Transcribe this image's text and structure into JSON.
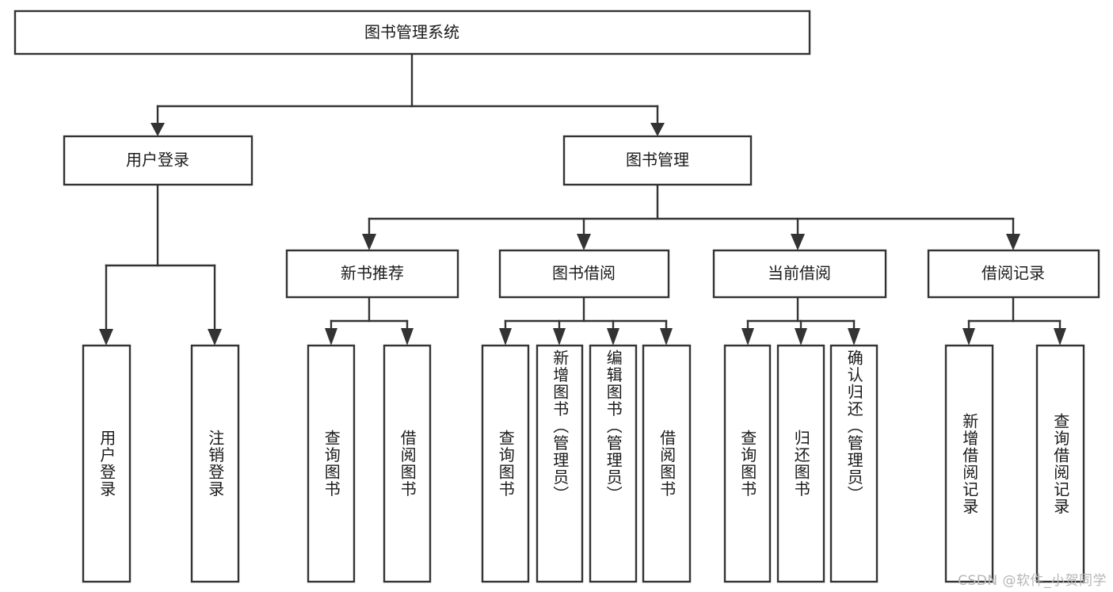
{
  "diagram": {
    "type": "tree-hierarchy",
    "title": "图书管理系统",
    "root": {
      "id": "root",
      "label": "图书管理系统",
      "orientation": "horizontal"
    },
    "level2": [
      {
        "id": "user-login",
        "label": "用户登录",
        "orientation": "horizontal"
      },
      {
        "id": "book-manage",
        "label": "图书管理",
        "orientation": "horizontal"
      }
    ],
    "level3": [
      {
        "id": "new-book-rec",
        "label": "新书推荐",
        "orientation": "horizontal",
        "parent": "book-manage"
      },
      {
        "id": "book-borrow",
        "label": "图书借阅",
        "orientation": "horizontal",
        "parent": "book-manage"
      },
      {
        "id": "current-borrow",
        "label": "当前借阅",
        "orientation": "horizontal",
        "parent": "book-manage"
      },
      {
        "id": "borrow-record",
        "label": "借阅记录",
        "orientation": "horizontal",
        "parent": "book-manage"
      }
    ],
    "leaves": [
      {
        "id": "leaf-1",
        "label": "用户登录",
        "parent": "user-login",
        "orientation": "vertical"
      },
      {
        "id": "leaf-2",
        "label": "注销登录",
        "parent": "user-login",
        "orientation": "vertical"
      },
      {
        "id": "leaf-3",
        "label": "查询图书",
        "parent": "new-book-rec",
        "orientation": "vertical"
      },
      {
        "id": "leaf-4",
        "label": "借阅图书",
        "parent": "new-book-rec",
        "orientation": "vertical"
      },
      {
        "id": "leaf-5",
        "label": "查询图书",
        "parent": "book-borrow",
        "orientation": "vertical"
      },
      {
        "id": "leaf-6",
        "label": "新增图书（管理员）",
        "parent": "book-borrow",
        "orientation": "vertical"
      },
      {
        "id": "leaf-7",
        "label": "编辑图书（管理员）",
        "parent": "book-borrow",
        "orientation": "vertical"
      },
      {
        "id": "leaf-8",
        "label": "借阅图书",
        "parent": "book-borrow",
        "orientation": "vertical"
      },
      {
        "id": "leaf-9",
        "label": "查询图书",
        "parent": "current-borrow",
        "orientation": "vertical"
      },
      {
        "id": "leaf-10",
        "label": "归还图书",
        "parent": "current-borrow",
        "orientation": "vertical"
      },
      {
        "id": "leaf-11",
        "label": "确认归还（管理员）",
        "parent": "current-borrow",
        "orientation": "vertical"
      },
      {
        "id": "leaf-12",
        "label": "新增借阅记录",
        "parent": "borrow-record",
        "orientation": "vertical"
      },
      {
        "id": "leaf-13",
        "label": "查询借阅记录",
        "parent": "borrow-record",
        "orientation": "vertical"
      }
    ],
    "colors": {
      "stroke": "#333333",
      "fill": "#ffffff",
      "text": "#1a1a1a",
      "watermark": "#b6b6b6",
      "background": "#ffffff"
    }
  },
  "watermark": {
    "text": "CSDN @软件_小贺同学"
  }
}
